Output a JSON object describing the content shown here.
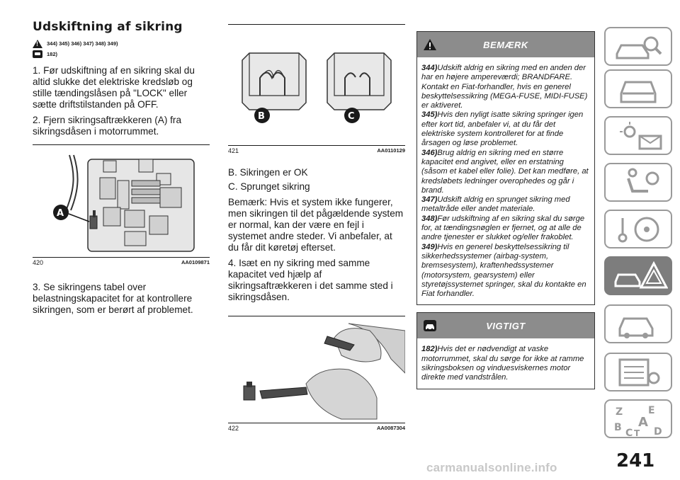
{
  "heading": "Udskiftning af sikring",
  "refs": {
    "warn_refs": "344) 345) 346) 347) 348) 349)",
    "note_refs": "182)"
  },
  "col1": {
    "step1": "1. Før udskiftning af en sikring skal du altid slukke det elektriske kredsløb og stille tændingslåsen på \"LOCK\" eller sætte driftstilstanden på OFF.",
    "step2": "2. Fjern sikringsaftrækkeren (A) fra sikringsdåsen i motorrummet.",
    "fig420": {
      "number": "420",
      "code": "AA0109871",
      "label": "A"
    },
    "step3": "3. Se sikringens tabel over belastningskapacitet for at kontrollere sikringen, som er berørt af problemet."
  },
  "col2": {
    "fig421": {
      "number": "421",
      "code": "AA0110129",
      "label_b": "B",
      "label_c": "C"
    },
    "item_b": "B. Sikringen er OK",
    "item_c": "C. Sprunget sikring",
    "note": "Bemærk:  Hvis et system ikke fungerer, men sikringen til det pågældende system er normal, kan der være en fejl i systemet andre steder. Vi anbefaler, at du får dit køretøj efterset.",
    "step4": "4. Isæt en ny sikring med samme kapacitet ved hjælp af sikringsaftrækkeren i det samme sted i sikringsdåsen.",
    "fig422": {
      "number": "422",
      "code": "AA0087304"
    }
  },
  "warning_box": {
    "title": "BEMÆRK",
    "items": [
      {
        "num": "344)",
        "text": "Udskift aldrig en sikring med en anden der har en højere ampereværdi; BRANDFARE. Kontakt en Fiat-forhandler, hvis en generel beskyttelsessikring (MEGA-FUSE, MIDI-FUSE) er aktiveret."
      },
      {
        "num": "345)",
        "text": "Hvis den nyligt isatte sikring springer igen efter kort tid, anbefaler vi, at du får det elektriske system kontrolleret for at finde årsagen og løse problemet."
      },
      {
        "num": "346)",
        "text": "Brug aldrig en sikring med en større kapacitet end angivet, eller en erstatning (såsom et kabel eller folie). Det kan medføre, at kredsløbets ledninger overophedes og går i brand."
      },
      {
        "num": "347)",
        "text": "Udskift aldrig en sprunget sikring med metaltråde eller andet materiale."
      },
      {
        "num": "348)",
        "text": "Før udskiftning af en sikring skal du sørge for, at tændingsnøglen er fjernet, og at alle de andre tjenester er slukket og/eller frakoblet."
      },
      {
        "num": "349)",
        "text": "Hvis en generel beskyttelsessikring til sikkerhedssystemer (airbag-system, bremsesystem), kraftenhedssystemer (motorsystem, gearsystem) eller styretøjssystemet springer, skal du kontakte en Fiat forhandler."
      }
    ]
  },
  "important_box": {
    "title": "VIGTIGT",
    "items": [
      {
        "num": "182)",
        "text": "Hvis det er nødvendigt at vaske motorrummet, skal du sørge for ikke at ramme sikringsboksen og vinduesviskernes motor direkte med vandstrålen."
      }
    ]
  },
  "side_tabs": {
    "abc_letters": [
      "Z",
      "E",
      "B",
      "A",
      "C",
      "T",
      "D"
    ]
  },
  "page_number": "241",
  "watermark": "carmanualsonline.info",
  "colors": {
    "box_header": "#8c8c8c",
    "tab_border": "#9a9a9a",
    "tab_active": "#7d7d7d",
    "text": "#1a1a1a"
  }
}
